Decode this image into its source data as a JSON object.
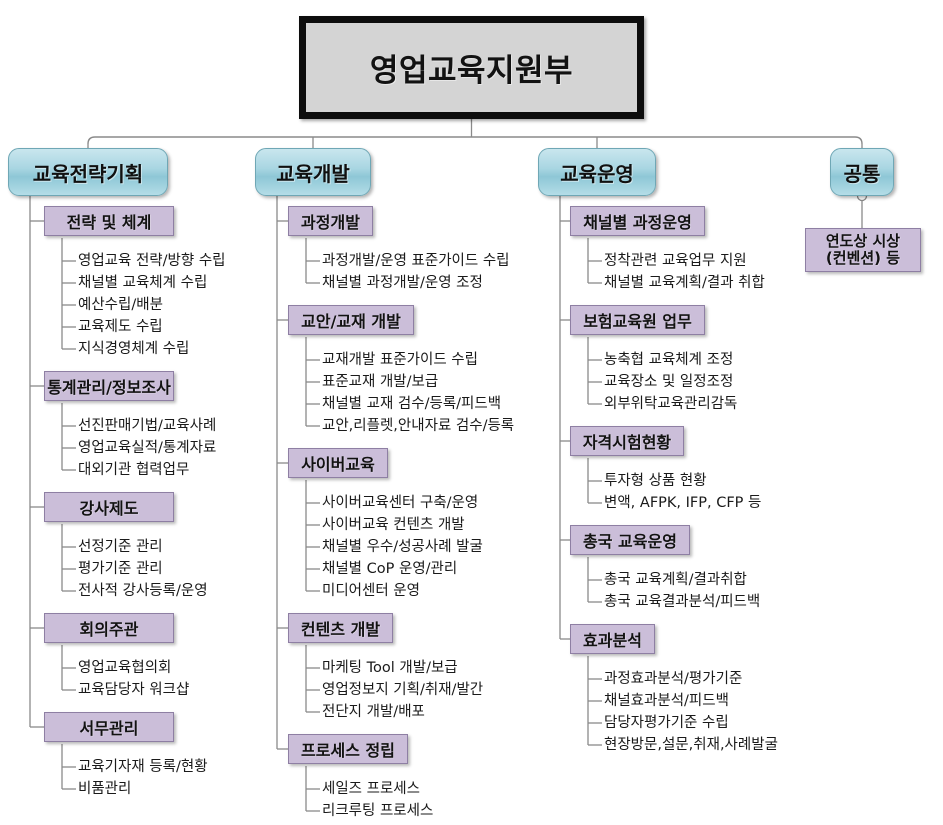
{
  "root": {
    "label": "영업교육지원부"
  },
  "branches": [
    {
      "id": "edu-strategy-planning",
      "label": "교육전략기획",
      "groups": [
        {
          "id": "strategy-and-system",
          "label": "전략 및 체계",
          "items": [
            "영업교육 전략/방향 수립",
            "채널별 교육체계 수립",
            "예산수립/배분",
            "교육제도 수립",
            "지식경영체계 수립"
          ]
        },
        {
          "id": "statistics-info-research",
          "label": "통계관리/정보조사",
          "items": [
            "선진판매기법/교육사례",
            "영업교육실적/통계자료",
            "대외기관 협력업무"
          ]
        },
        {
          "id": "instructor-system",
          "label": "강사제도",
          "items": [
            "선정기준 관리",
            "평가기준 관리",
            "전사적 강사등록/운영"
          ]
        },
        {
          "id": "meeting-hosting",
          "label": "회의주관",
          "items": [
            "영업교육협의회",
            "교육담당자 워크샵"
          ]
        },
        {
          "id": "general-affairs",
          "label": "서무관리",
          "items": [
            "교육기자재 등록/현황",
            "비품관리"
          ]
        }
      ]
    },
    {
      "id": "edu-development",
      "label": "교육개발",
      "groups": [
        {
          "id": "course-development",
          "label": "과정개발",
          "items": [
            "과정개발/운영 표준가이드 수립",
            "채널별 과정개발/운영 조정"
          ]
        },
        {
          "id": "lesson-plan-textbook-development",
          "label": "교안/교재 개발",
          "items": [
            "교재개발 표준가이드 수립",
            "표준교재 개발/보급",
            "채널별 교재 검수/등록/피드백",
            "교안,리플렛,안내자료 검수/등록"
          ]
        },
        {
          "id": "cyber-education",
          "label": "사이버교육",
          "items": [
            "사이버교육센터 구축/운영",
            "사이버교육 컨텐츠 개발",
            "채널별 우수/성공사례 발굴",
            "채널별 CoP 운영/관리",
            "미디어센터 운영"
          ]
        },
        {
          "id": "contents-development",
          "label": "컨텐츠 개발",
          "items": [
            "마케팅 Tool 개발/보급",
            "영업정보지 기획/취재/발간",
            "전단지 개발/배포"
          ]
        },
        {
          "id": "process-establishment",
          "label": "프로세스 정립",
          "items": [
            "세일즈 프로세스",
            "리크루팅 프로세스"
          ]
        }
      ]
    },
    {
      "id": "edu-operation",
      "label": "교육운영",
      "groups": [
        {
          "id": "channel-course-operation",
          "label": "채널별 과정운영",
          "items": [
            "정착관련 교육업무 지원",
            "채널별 교육계획/결과 취합"
          ]
        },
        {
          "id": "insurance-institute-affairs",
          "label": "보험교육원 업무",
          "items": [
            "농축협 교육체계 조정",
            "교육장소 및 일정조정",
            "외부위탁교육관리감독"
          ]
        },
        {
          "id": "license-exam-status",
          "label": "자격시험현황",
          "items": [
            "투자형 상품 현황",
            "변액, AFPK, IFP, CFP 등"
          ]
        },
        {
          "id": "national-edu-operation",
          "label": "총국 교육운영",
          "items": [
            "총국 교육계획/결과취합",
            "총국 교육결과분석/피드백"
          ]
        },
        {
          "id": "effect-analysis",
          "label": "효과분석",
          "items": [
            "과정효과분석/평가기준",
            "채널효과분석/피드백",
            "담당자평가기준 수립",
            "현장방문,설문,취재,사례발굴"
          ]
        }
      ]
    },
    {
      "id": "common",
      "label": "공통",
      "groups": [
        {
          "id": "annual-award",
          "label": "연도상 시상\n(컨벤션) 등",
          "label_line1": "연도상 시상",
          "label_line2": "(컨벤션) 등",
          "items": []
        }
      ]
    }
  ],
  "colors": {
    "root_fill": "#d4d4d4",
    "root_border": "#0d0d0d",
    "level2_fill": "#a9d6e2",
    "level2_border": "#6fa7b5",
    "level3_fill": "#cbbed9",
    "level3_border": "#8e7fa3",
    "connector": "#8a8a8a",
    "text": "#121212"
  }
}
